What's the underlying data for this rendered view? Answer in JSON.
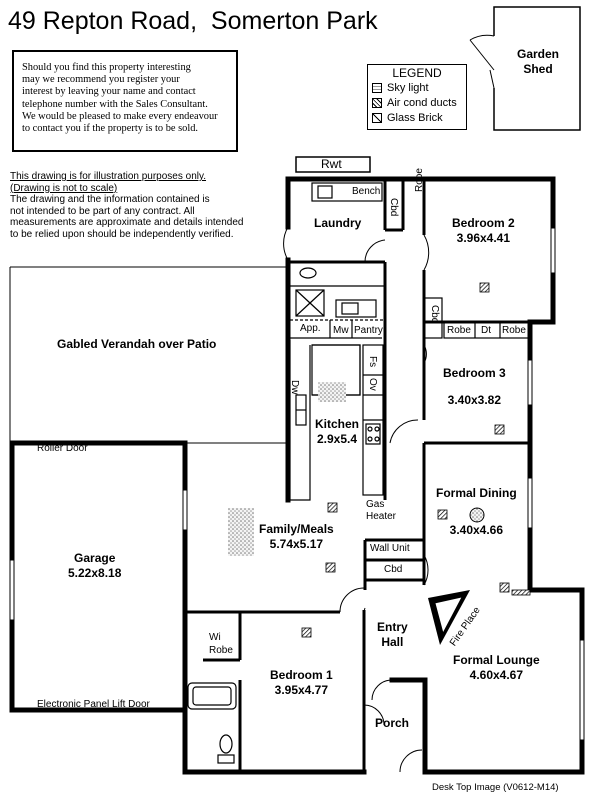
{
  "title": "49 Repton Road,  Somerton Park",
  "notice_lines": [
    "Should you find this property interesting",
    "may we recommend you register your",
    "interest by leaving your name and contact",
    "telephone number with the Sales Consultant.",
    "We would be pleased to make every endeavour",
    "to contact you if the property is to be sold."
  ],
  "disclaimer": {
    "line1": "This drawing is for illustration purposes only.",
    "line2": "(Drawing is not to scale)",
    "line3": "The drawing and the information contained is",
    "line4": "not intended to be part of any contract.  All",
    "line5": "measurements are approximate and details intended",
    "line6": "to be relied upon should be independently verified."
  },
  "legend": {
    "title": "LEGEND",
    "items": [
      "Sky light",
      "Air cond ducts",
      "Glass Brick"
    ]
  },
  "rooms": {
    "garden_shed": [
      "Garden",
      "Shed"
    ],
    "laundry": "Laundry",
    "bedroom2": {
      "name": "Bedroom 2",
      "size": "3.96x4.41"
    },
    "bedroom3": {
      "name": "Bedroom 3",
      "size": "3.40x3.82"
    },
    "verandah": "Gabled Verandah over Patio",
    "kitchen": {
      "name": "Kitchen",
      "size": "2.9x5.4"
    },
    "garage": {
      "name": "Garage",
      "size": "5.22x8.18"
    },
    "family": {
      "name": "Family/Meals",
      "size": "5.74x5.17"
    },
    "dining": {
      "name": "Formal Dining",
      "size": "3.40x4.66"
    },
    "entry": [
      "Entry",
      "Hall"
    ],
    "lounge": {
      "name": "Formal Lounge",
      "size": "4.60x4.67"
    },
    "bedroom1": {
      "name": "Bedroom 1",
      "size": "3.95x4.77"
    },
    "porch": "Porch"
  },
  "fixtures": {
    "rwt": "Rwt",
    "bench": "Bench",
    "cbd": "Cbd",
    "robe": "Robe",
    "dt": "Dt",
    "app": "App.",
    "mw": "Mw",
    "pantry": "Pantry",
    "fs": "Fs",
    "ov": "Ov",
    "dw": "Dw",
    "gas_heater": [
      "Gas",
      "Heater"
    ],
    "wall_unit": "Wall Unit",
    "roller_door": "Roller Door",
    "lift_door": "Electronic Panel Lift Door",
    "wi_robe": [
      "Wi",
      "Robe"
    ],
    "fire_place": "Fire Place"
  },
  "footer": "Desk Top Image   (V0612-M14)"
}
